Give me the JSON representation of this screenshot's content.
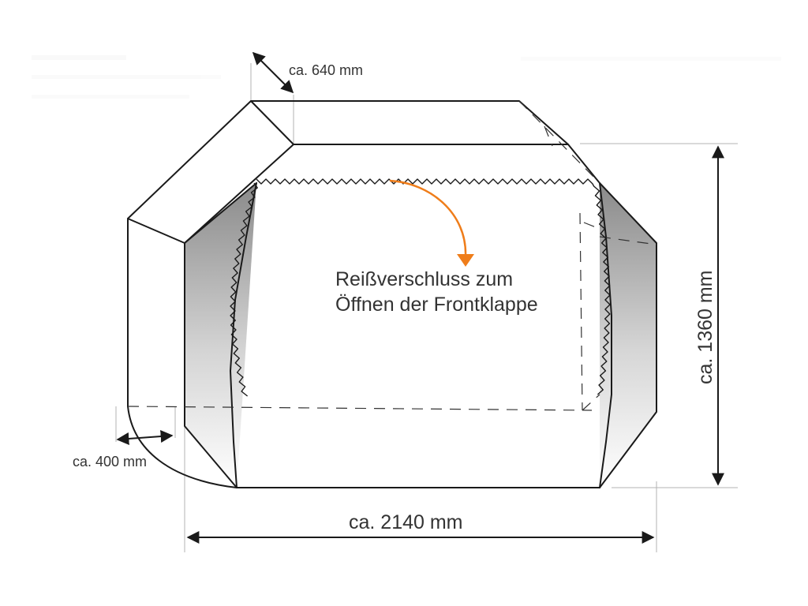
{
  "dimensions": {
    "depth_top": "ca. 640 mm",
    "depth_bottom": "ca. 400 mm",
    "height": "ca. 1360 mm",
    "width": "ca. 2140 mm"
  },
  "annotation": {
    "line1": "Reißverschluss zum",
    "line2": "Öffnen der Frontklappe"
  },
  "colors": {
    "accent_arrow": "#ef7d1a",
    "outline": "#1a1a1a",
    "side_shade_dark": "#8c8c8c"
  }
}
